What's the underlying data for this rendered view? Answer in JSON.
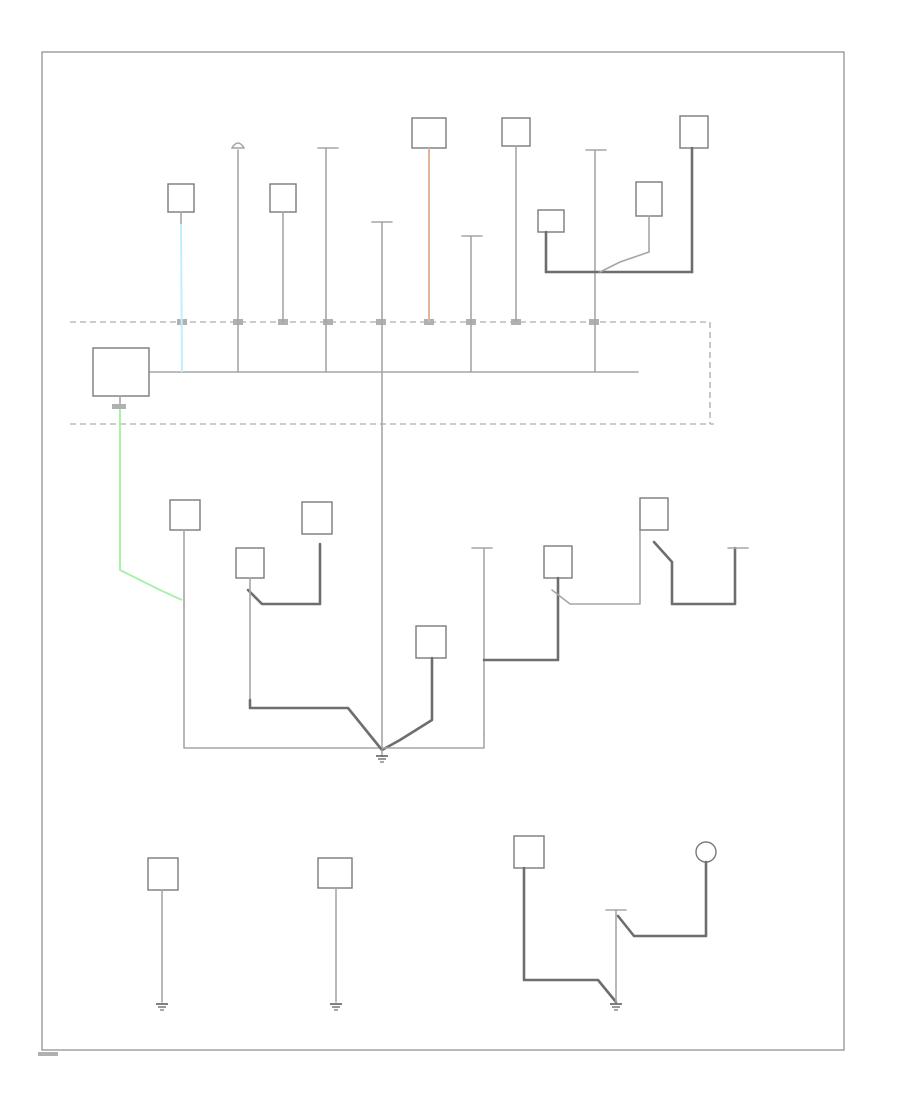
{
  "figure_id": "",
  "colors": {
    "background": "#ffffff",
    "frame": "#8a8a8a",
    "wire": "#a6a6a6",
    "wire_dark": "#6e6e6e",
    "wire_light_blue": "#bfefff",
    "wire_tan": "#e2b59a",
    "wire_light_green": "#a8f2a8"
  },
  "icons": [
    "ground-symbol",
    "lamp-symbol",
    "component-box",
    "splice-dot"
  ]
}
